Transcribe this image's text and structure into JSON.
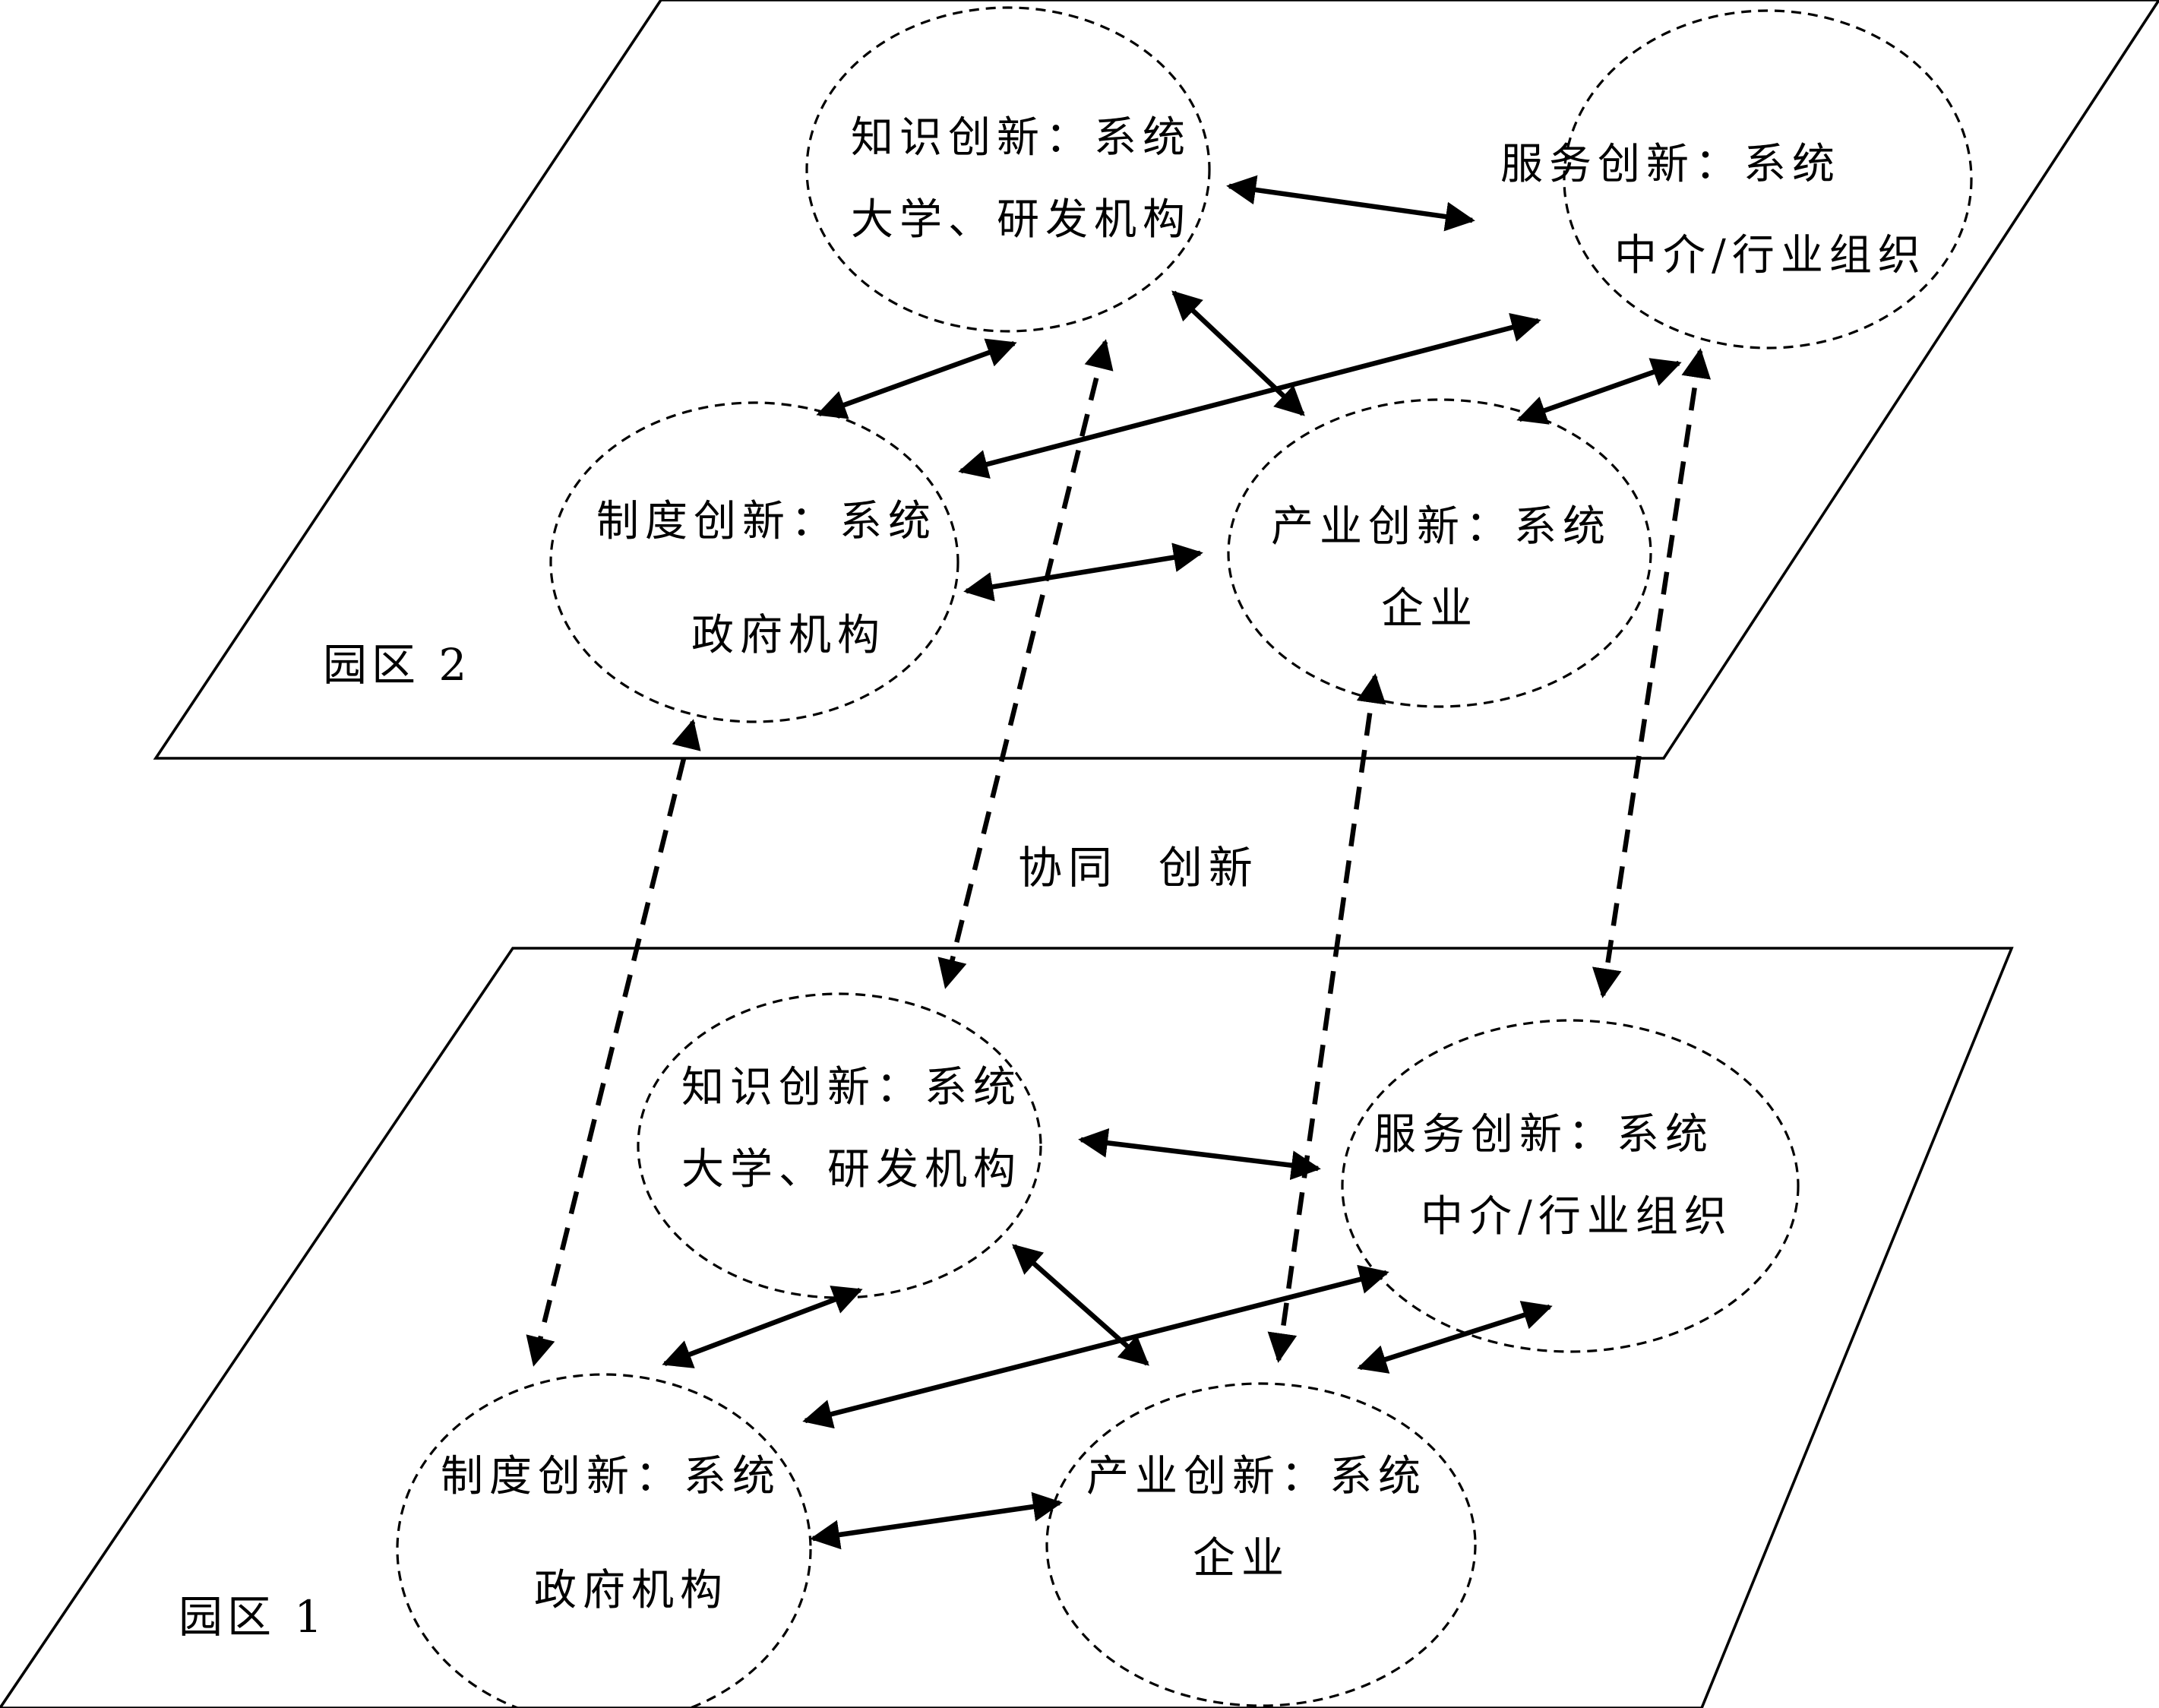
{
  "parks": {
    "upper": {
      "label": "园区 2",
      "knowledge": {
        "line1": "知识创新：系统",
        "line2": "大学、研发机构"
      },
      "service": {
        "line1": "服务创新：系统",
        "line2": "中介/行业组织"
      },
      "institution": {
        "line1": "制度创新：系统",
        "line2": "政府机构"
      },
      "industry": {
        "line1": "产业创新：系统",
        "line2": "企业"
      }
    },
    "lower": {
      "label": "园区 1",
      "knowledge": {
        "line1": "知识创新：系统",
        "line2": "大学、研发机构"
      },
      "service": {
        "line1": "服务创新：系统",
        "line2": "中介/行业组织"
      },
      "institution": {
        "line1": "制度创新：系统",
        "line2": "政府机构"
      },
      "industry": {
        "line1": "产业创新：系统",
        "line2": "企业"
      }
    }
  },
  "center_label": "协同  创新"
}
